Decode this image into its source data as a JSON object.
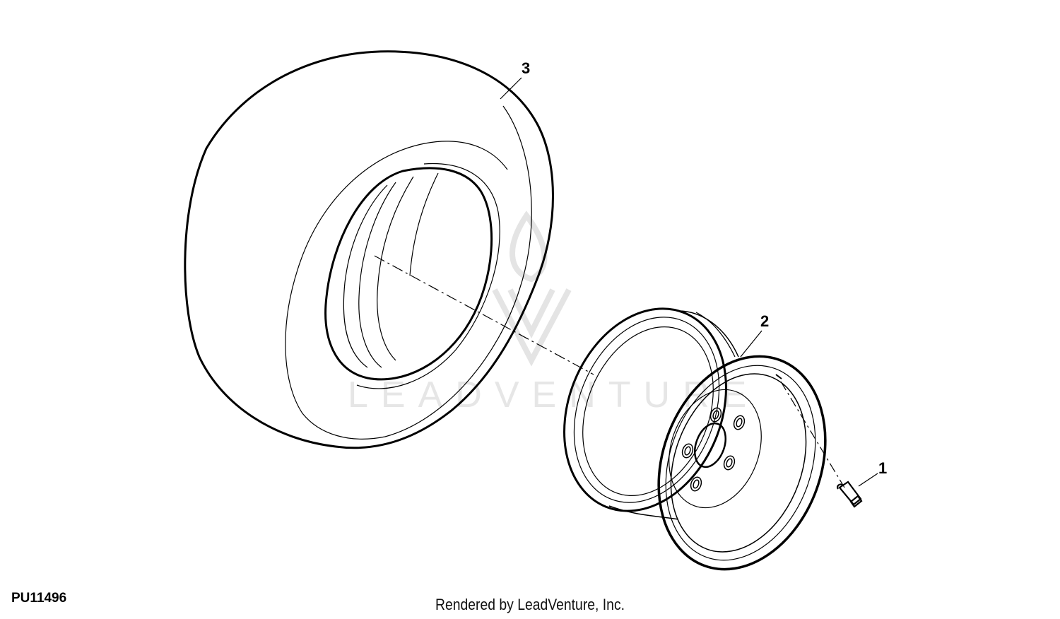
{
  "callouts": {
    "valve_stem": "1",
    "wheel_rim": "2",
    "tire": "3"
  },
  "figure_id": "PU11496",
  "credit": "Rendered by LeadVenture, Inc.",
  "watermark": "LEADVENTURE",
  "colors": {
    "line": "#000000",
    "watermark": "#e6e6e6",
    "background": "#ffffff"
  }
}
